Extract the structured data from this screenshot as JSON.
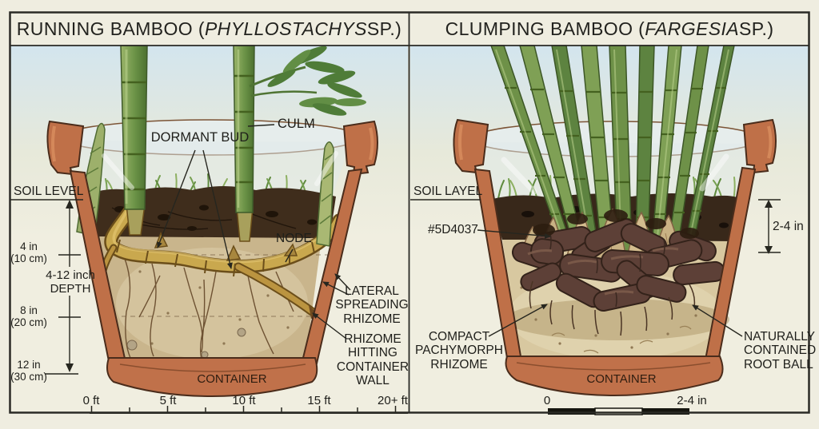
{
  "colors": {
    "terracotta": "#bf7048",
    "terracotta_dark": "#4a2c1b",
    "rhizome_gold": "#c9a84e",
    "rhizome_brown": "#5D4037",
    "bamboo_green": "#6a9246",
    "soil_dark": "#3f2d1c",
    "soil_light": "#d8c8a0",
    "sky": "#d3e5ee",
    "line": "#26261f"
  },
  "left": {
    "title_prefix": "RUNNING BAMBOO (",
    "title_species": "PHYLLOSTACHYS",
    "title_suffix": " SP.)",
    "labels": {
      "dormant_bud": "DORMANT BUD",
      "culm": "CULM",
      "soil_level": "SOIL LEVEL",
      "node": "NODE",
      "depth_4": "4 in\n(10 cm)",
      "depth_range": "4-12 inch\nDEPTH",
      "depth_8": "8 in\n(20 cm)",
      "depth_12": "12 in\n(30 cm)",
      "lateral_rhizome": "LATERAL\nSPREADING\nRHIZOME",
      "rhizome_wall": "RHIZOME\nHITTING\nCONTAINER\nWALL",
      "container": "CONTAINER"
    },
    "scale": {
      "ticks": [
        "0 ft",
        "5 ft",
        "10 ft",
        "15 ft",
        "20+ ft"
      ]
    }
  },
  "right": {
    "title_prefix": "CLUMPING BAMBOO (",
    "title_species": "FARGESIA",
    "title_suffix": " SP.)",
    "labels": {
      "soil_level": "SOIL LAYEL",
      "soil_color_hex": "#5D4037",
      "depth_range": "2-4 in",
      "compact_rhizome": "COMPACT\nPACHYMORPH\nRHIZOME",
      "root_ball": "NATURALLY\nCONTAINED\nROOT BALL",
      "container": "CONTAINER"
    },
    "scale": {
      "zero": "0",
      "max": "2-4 in"
    }
  }
}
